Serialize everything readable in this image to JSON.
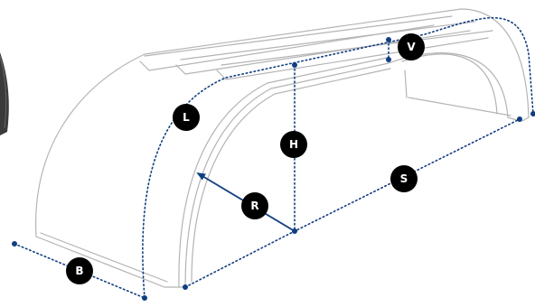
{
  "colors": {
    "badge": "#0b3d7a",
    "dimension_line": "#103f80",
    "fender_outline": "#b4b4b4"
  },
  "dimensions": [
    {
      "id": "B",
      "label": "B"
    },
    {
      "id": "L",
      "label": "L"
    },
    {
      "id": "H",
      "label": "H"
    },
    {
      "id": "V",
      "label": "V"
    },
    {
      "id": "R",
      "label": "R"
    },
    {
      "id": "S",
      "label": "S"
    }
  ]
}
